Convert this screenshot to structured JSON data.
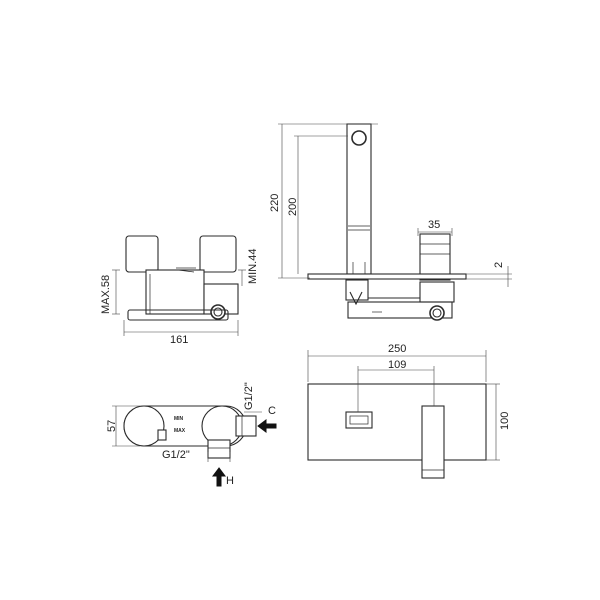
{
  "dimensions": {
    "side": {
      "max": "MAX.58",
      "min": "MIN.44",
      "width": "161"
    },
    "front": {
      "h220": "220",
      "h200": "200",
      "w35": "35",
      "d2": "2"
    },
    "top": {
      "d57": "57",
      "g_top": "G1/2\"",
      "g_bottom": "G1/2\"",
      "label_c": "C",
      "label_h": "H",
      "min": "MIN",
      "max": "MAX"
    },
    "plate": {
      "w250": "250",
      "w109": "109",
      "h100": "100"
    }
  },
  "colors": {
    "line": "#2b2b2b",
    "background": "#ffffff"
  }
}
